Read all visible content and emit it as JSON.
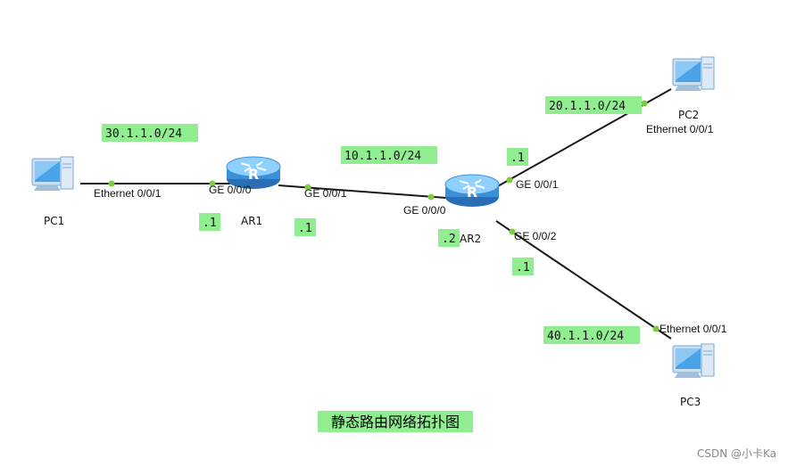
{
  "colors": {
    "link": "#1a1a1a",
    "port_dot": "#7ccf3c",
    "label_bg": "#90ee90",
    "router_body": "#3b8fd9",
    "router_top": "#8fd0ff",
    "pc_screen": "#4aa3e8",
    "pc_case": "#c9dff2"
  },
  "icons": {
    "router": "router-icon",
    "pc": "pc-icon"
  },
  "devices": {
    "pc1": "PC1",
    "pc2": "PC2",
    "pc3": "PC3",
    "ar1": "AR1",
    "ar2": "AR2"
  },
  "interfaces": {
    "pc1_eth": "Ethernet 0/0/1",
    "ar1_ge000": "GE 0/0/0",
    "ar1_ge001": "GE 0/0/1",
    "ar2_ge000": "GE 0/0/0",
    "ar2_ge001": "GE 0/0/1",
    "ar2_ge002": "GE 0/0/2",
    "pc2_eth": "Ethernet 0/0/1",
    "pc3_eth": "Ethernet 0/0/1"
  },
  "networks": {
    "net_30": "30.1.1.0/24",
    "net_10": "10.1.1.0/24",
    "net_20": "20.1.1.0/24",
    "net_40": "40.1.1.0/24"
  },
  "host_ids": {
    "ar1_ge000": ".1",
    "ar1_ge001": ".1",
    "ar2_ge000": ".2",
    "ar2_ge001": ".1",
    "ar2_ge002": ".1"
  },
  "title": "静态路由网络拓扑图",
  "watermark": "CSDN @小卡Ka"
}
